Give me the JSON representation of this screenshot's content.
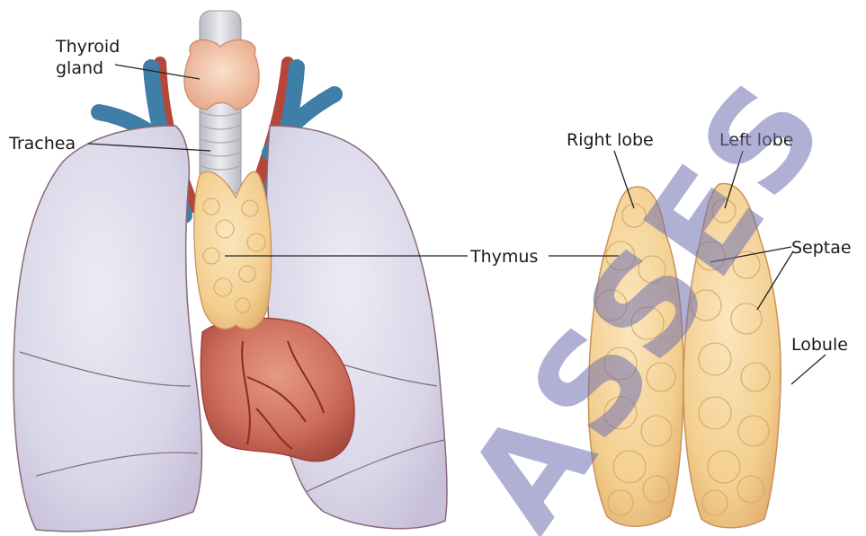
{
  "labels": {
    "thyroid_line1": "Thyroid",
    "thyroid_line2": "gland",
    "trachea": "Trachea",
    "thymus": "Thymus",
    "right_lobe": "Right lobe",
    "left_lobe": "Left lobe",
    "septae": "Septae",
    "lobule": "Lobule"
  },
  "watermark": "ASSES",
  "colors": {
    "lung_fill": "#dcd9ea",
    "lung_edge": "#8a6a78",
    "thymus_fill": "#f3cf8f",
    "thymus_edge": "#c9925a",
    "heart_fill": "#cf6f5f",
    "vein": "#3f7ea6",
    "artery": "#b5473a",
    "thyroid_fill": "#f2c4a6",
    "trachea_fill": "#d6d6dc",
    "watermark": "#6f6fb0"
  }
}
